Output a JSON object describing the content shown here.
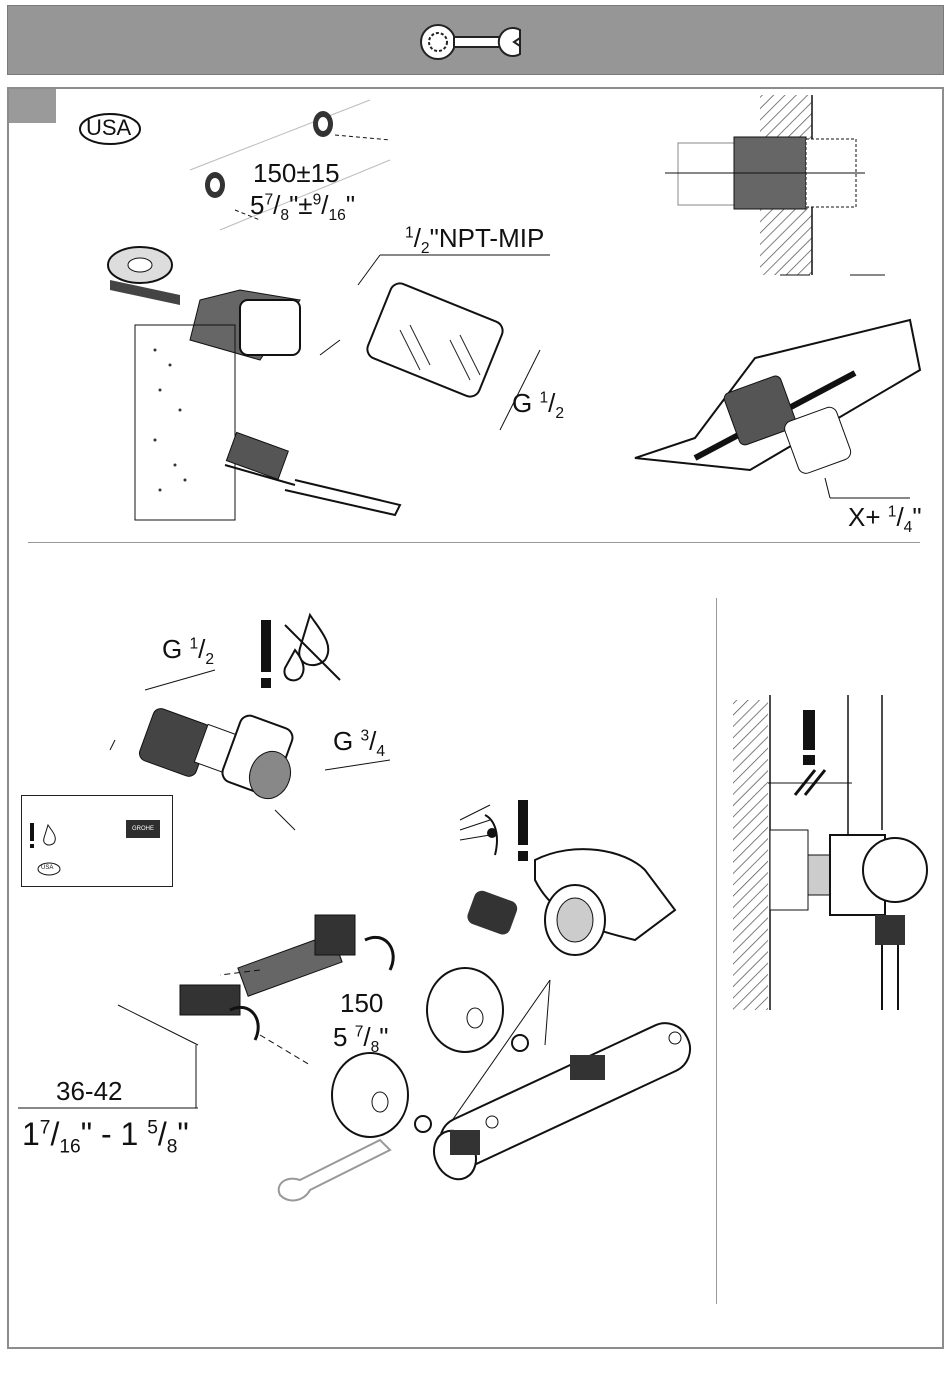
{
  "header": {
    "icon": "wrench-gear-icon"
  },
  "top": {
    "region_badge": "USA",
    "spacing_mm": "150±15",
    "spacing_in": {
      "whole": "5",
      "num1": "7",
      "den1": "8",
      "tol_num": "9",
      "tol_den": "16"
    },
    "thread_top": {
      "num": "1",
      "den": "2",
      "text": "\"NPT-MIP"
    },
    "thread_g": {
      "g": "G ",
      "num": "1",
      "den": "2"
    },
    "cut_label": {
      "prefix": "X+ ",
      "num": "1",
      "den": "4",
      "suffix": "\""
    }
  },
  "bottom": {
    "g_half": {
      "g": "G ",
      "num": "1",
      "den": "2"
    },
    "g_three_quarter": {
      "g": "G ",
      "num": "3",
      "den": "4"
    },
    "dist_mm": "150",
    "dist_in": {
      "whole": "5 ",
      "num": "7",
      "den": "8",
      "suffix": "\""
    },
    "depth_mm": "36-42",
    "depth_in": {
      "a": "1",
      "a_num": "7",
      "a_den": "16",
      "sep": "\" - 1 ",
      "b_num": "5",
      "b_den": "8",
      "suffix": "\""
    },
    "card": {
      "brand": "GROHE",
      "badge": "USA"
    }
  }
}
